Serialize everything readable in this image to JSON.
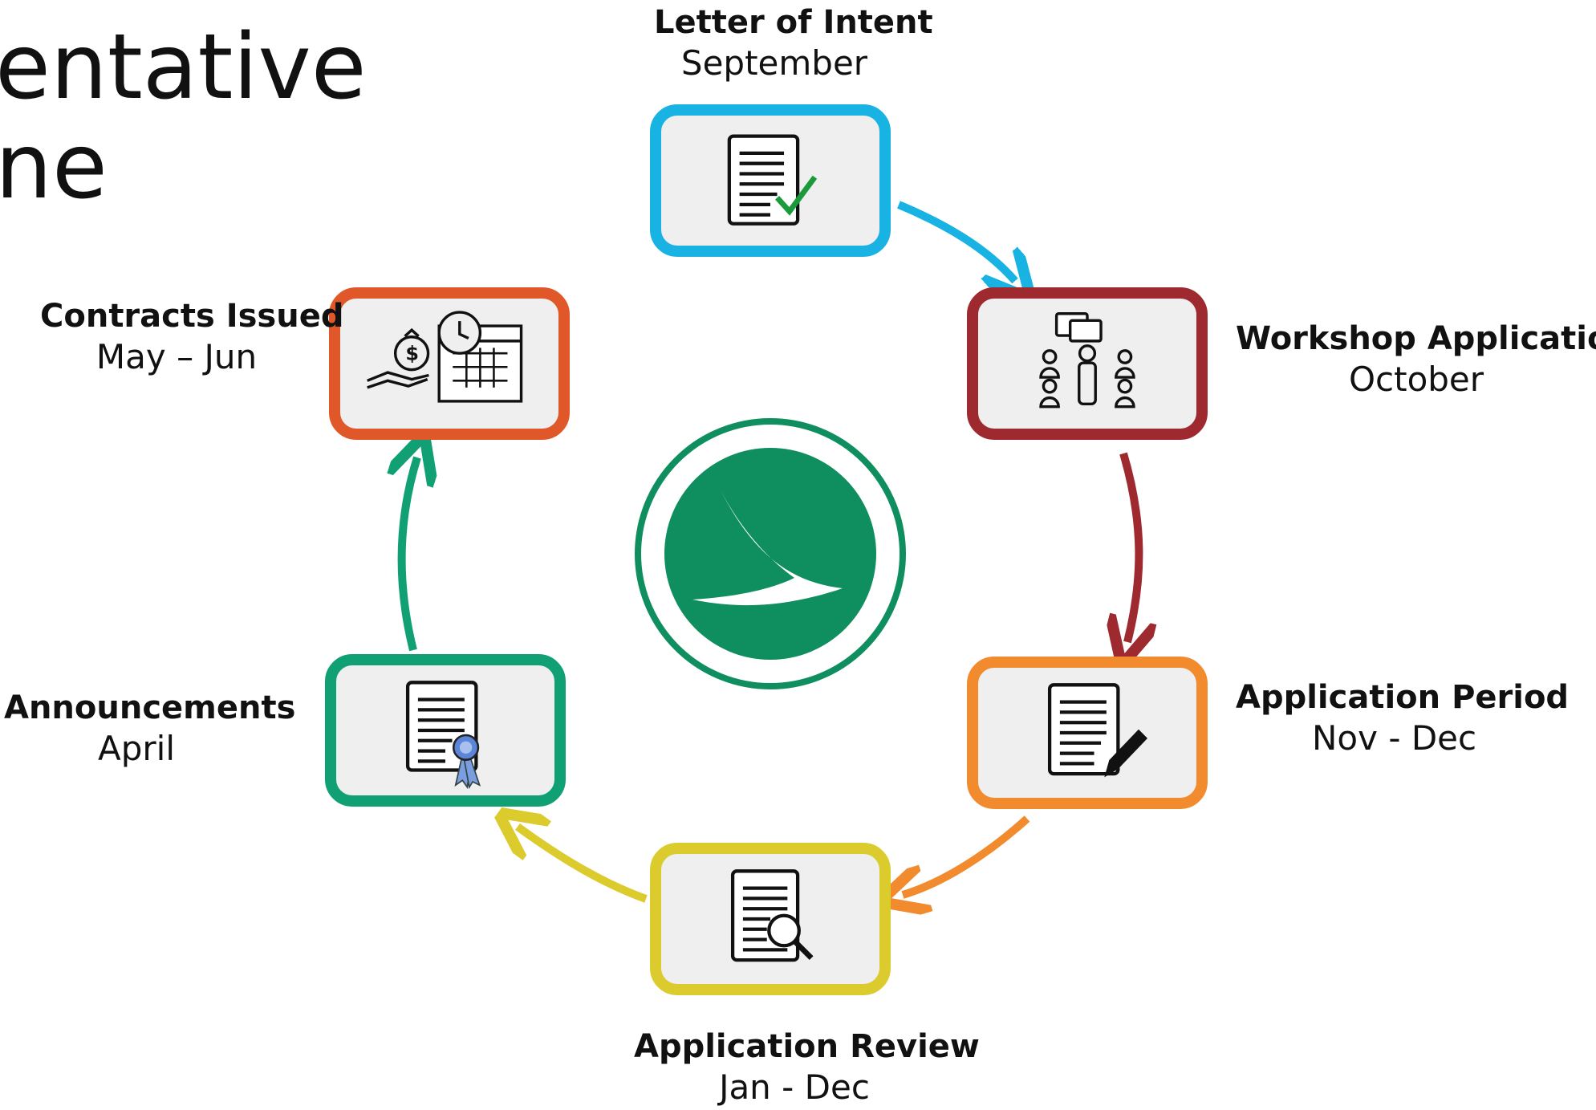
{
  "title": {
    "line1": "entative",
    "line2": "ne"
  },
  "steps": [
    {
      "name": "Letter of Intent",
      "date": "September",
      "icon": "document-check-icon",
      "color": "#19b3e3"
    },
    {
      "name": "Workshop Application",
      "date": "October",
      "icon": "workshop-group-icon",
      "color": "#9e2a2f"
    },
    {
      "name": "Application Period",
      "date": "Nov - Dec",
      "icon": "document-pen-icon",
      "color": "#f28a2e"
    },
    {
      "name": "Application Review",
      "date": "Jan - Dec",
      "icon": "document-magnifier-icon",
      "color": "#dccb2c"
    },
    {
      "name": "Announcements",
      "date": "April",
      "icon": "certificate-ribbon-icon",
      "color": "#11a074"
    },
    {
      "name": "Contracts Issued",
      "date": "May – Jun",
      "icon": "money-calendar-icon",
      "color": "#e0582a"
    }
  ],
  "center_logo": {
    "icon": "ohio-logo-icon",
    "color": "#0f8f5f"
  }
}
